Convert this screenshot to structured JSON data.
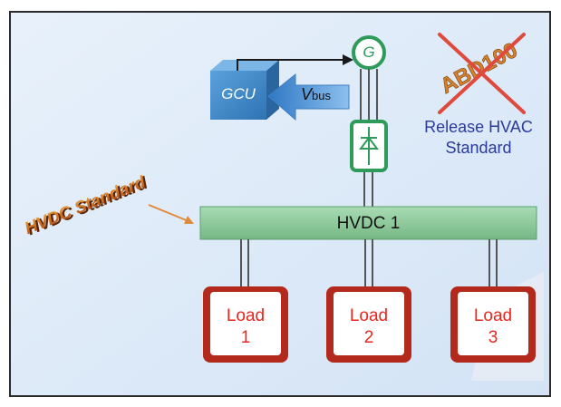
{
  "diagram": {
    "generator_label": "G",
    "gcu_label": "GCU",
    "vbus_label": "V",
    "vbus_subscript": "bus",
    "bus_label": "HVDC 1",
    "crossed_standard": "ABD100",
    "release_text_line1": "Release HVAC",
    "release_text_line2": "Standard",
    "hvdc_standard": "HVDC Standard",
    "loads": [
      {
        "line1": "Load",
        "line2": "1"
      },
      {
        "line1": "Load",
        "line2": "2"
      },
      {
        "line1": "Load",
        "line2": "3"
      }
    ]
  },
  "colors": {
    "background": "#dce9f7",
    "border": "#2b2b2b",
    "gcu_box": "#3f88c7",
    "arrow": "#4a8dd0",
    "bus_bar": "#8fcf9e",
    "generator": "#2e9b5a",
    "load_frame": "#d6402e",
    "load_text": "#e8271e",
    "release_text": "#2a3b9c",
    "crossed_text": "#d5822f",
    "cross_mark": "#e04a3c",
    "hvdc_standard_text": "#cc6a1f"
  }
}
